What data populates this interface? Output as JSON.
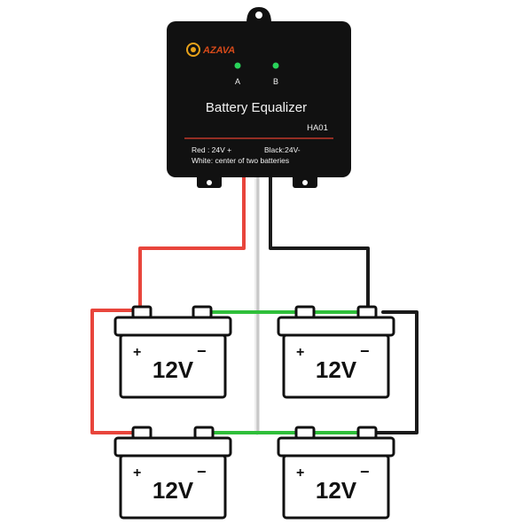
{
  "device": {
    "brand": "AZAVA",
    "title": "Battery Equalizer",
    "model": "HA01",
    "led_a_label": "A",
    "led_b_label": "B",
    "wiring_red": "Red : 24V +",
    "wiring_black": "Black:24V-",
    "wiring_white": "White: center of two batteries",
    "colors": {
      "body": "#111111",
      "led": "#29d35a",
      "divider": "#c0392b"
    }
  },
  "batteries": [
    {
      "id": "top-left",
      "voltage_label": "12V",
      "plus": "+",
      "minus": "−"
    },
    {
      "id": "top-right",
      "voltage_label": "12V",
      "plus": "+",
      "minus": "−"
    },
    {
      "id": "bottom-left",
      "voltage_label": "12V",
      "plus": "+",
      "minus": "−"
    },
    {
      "id": "bottom-right",
      "voltage_label": "12V",
      "plus": "+",
      "minus": "−"
    }
  ],
  "wires": {
    "red": "#e8453c",
    "black": "#1a1a1a",
    "white": "#c8c8c8",
    "green": "#2fbf3a"
  }
}
